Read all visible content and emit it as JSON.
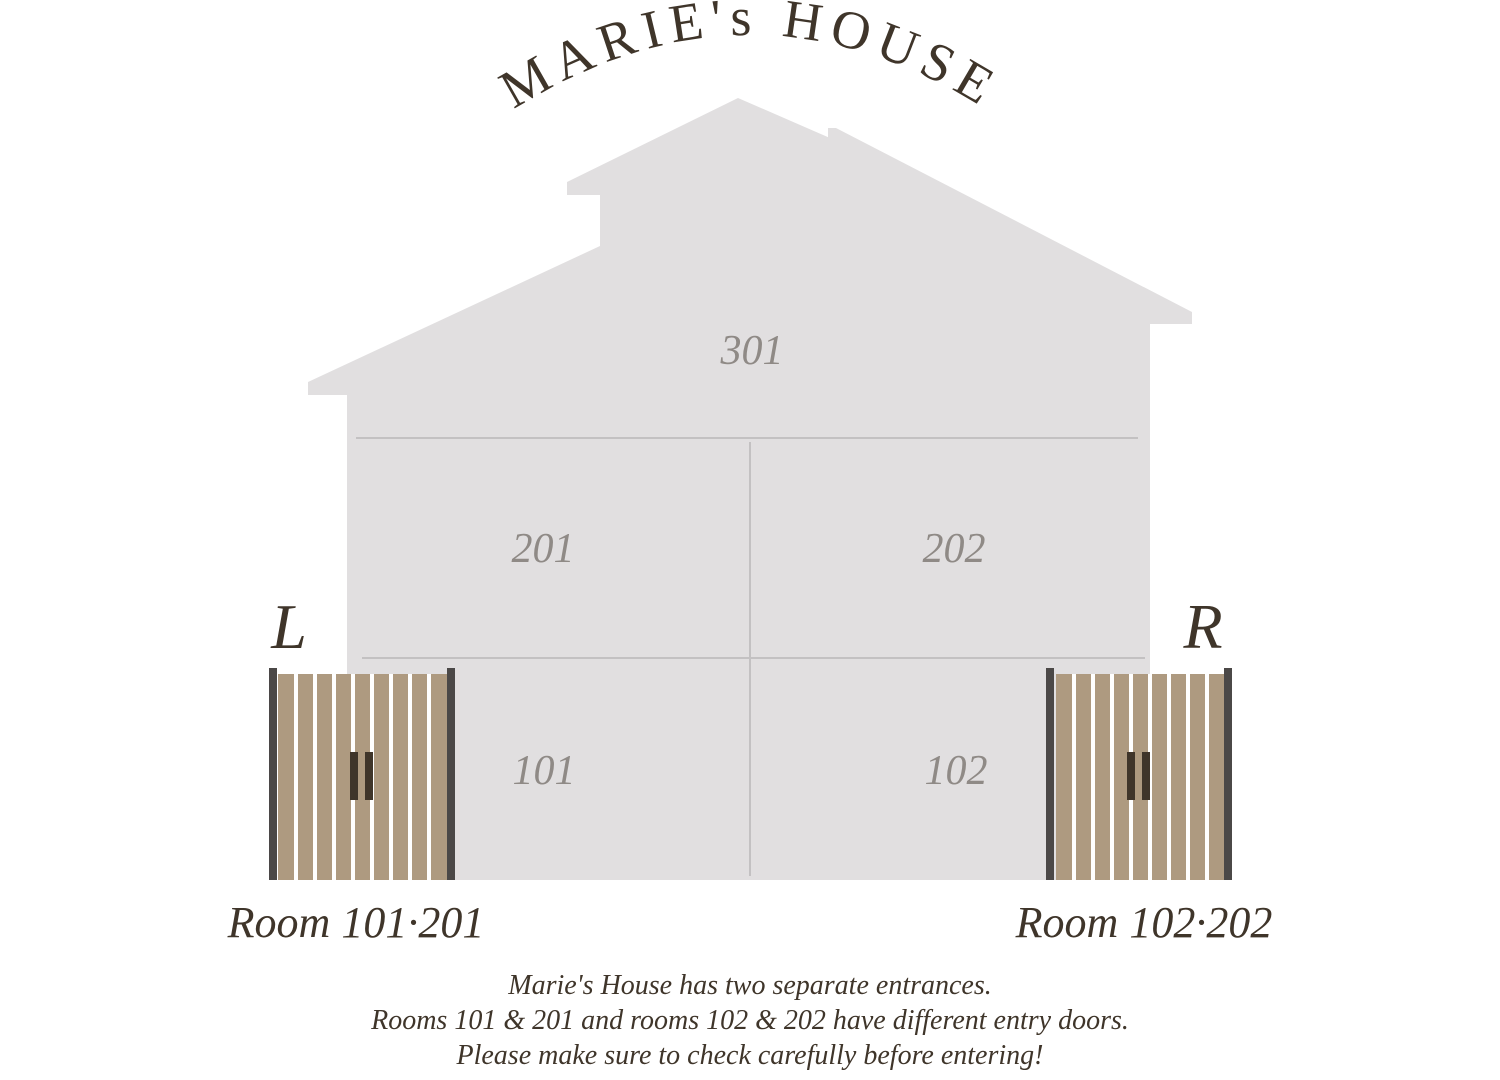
{
  "title": "MARIE's HOUSE",
  "rooms": {
    "top": "301",
    "mid_left": "201",
    "mid_right": "202",
    "bottom_left": "101",
    "bottom_right": "102"
  },
  "entrances": {
    "left": {
      "letter": "L",
      "label": "Room 101·201"
    },
    "right": {
      "letter": "R",
      "label": "Room 102·202"
    }
  },
  "notice": [
    "Marie's House has two separate entrances.",
    "Rooms 101 & 201 and rooms 102 & 202 have different entry doors.",
    "Please make sure to check carefully before entering!"
  ],
  "colors": {
    "house": "#e1dfe0",
    "divider": "#c3c1c2",
    "text_dark": "#3f352a",
    "room_text": "#8f8a86",
    "door_wood": "#ae9a80",
    "door_gap": "#ffffff",
    "door_post": "#4b4847"
  }
}
